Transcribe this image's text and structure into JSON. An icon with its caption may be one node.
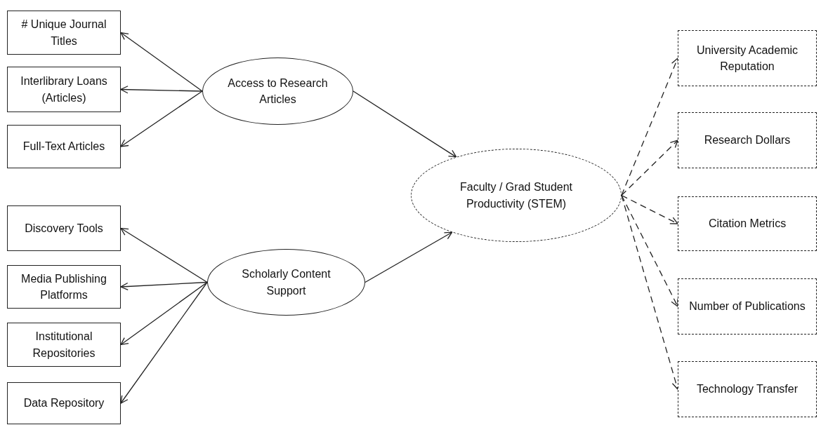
{
  "diagram": {
    "nodes": [
      {
        "text": [
          "# Unique Journal Titles"
        ]
      },
      {
        "text": [
          "Interlibrary Loans (Articles)"
        ]
      },
      {
        "text": [
          "Full-Text Articles"
        ]
      },
      {
        "text": [
          "Access to Research Articles"
        ]
      },
      {
        "text": [
          "Discovery Tools"
        ]
      },
      {
        "text": [
          "Media Publishing Platforms"
        ]
      },
      {
        "text": [
          "Institutional Repositories"
        ]
      },
      {
        "text": [
          "Data Repository"
        ]
      },
      {
        "text": [
          "Scholarly Content Support"
        ]
      },
      {
        "text": [
          "Faculty / Grad Student Productivity (STEM)"
        ]
      },
      {
        "text": [
          "University Academic Reputation"
        ]
      },
      {
        "text": [
          "Research Dollars"
        ]
      },
      {
        "text": [
          "Citation Metrics"
        ]
      },
      {
        "text": [
          "Number of Publications"
        ]
      },
      {
        "text": [
          "Technology Transfer"
        ]
      }
    ],
    "edges": [
      {
        "from": 3,
        "to": 0,
        "arrow": "to"
      },
      {
        "from": 3,
        "to": 1,
        "arrow": "to"
      },
      {
        "from": 3,
        "to": 2,
        "arrow": "to"
      },
      {
        "from": 8,
        "to": 4,
        "arrow": "to"
      },
      {
        "from": 8,
        "to": 5,
        "arrow": "to"
      },
      {
        "from": 8,
        "to": 6,
        "arrow": "to"
      },
      {
        "from": 8,
        "to": 7,
        "arrow": "to"
      },
      {
        "from": 3,
        "to": 9,
        "arrow": "to"
      },
      {
        "from": 8,
        "to": 9,
        "arrow": "to"
      },
      {
        "from": 9,
        "to": 10,
        "arrow": "to",
        "style": "dashed"
      },
      {
        "from": 9,
        "to": 11,
        "arrow": "to",
        "style": "dashed"
      },
      {
        "from": 9,
        "to": 12,
        "arrow": "to",
        "style": "dashed"
      },
      {
        "from": 9,
        "to": 13,
        "arrow": "to",
        "style": "dashed"
      },
      {
        "from": 9,
        "to": 14,
        "arrow": "to",
        "style": "dashed"
      }
    ]
  }
}
